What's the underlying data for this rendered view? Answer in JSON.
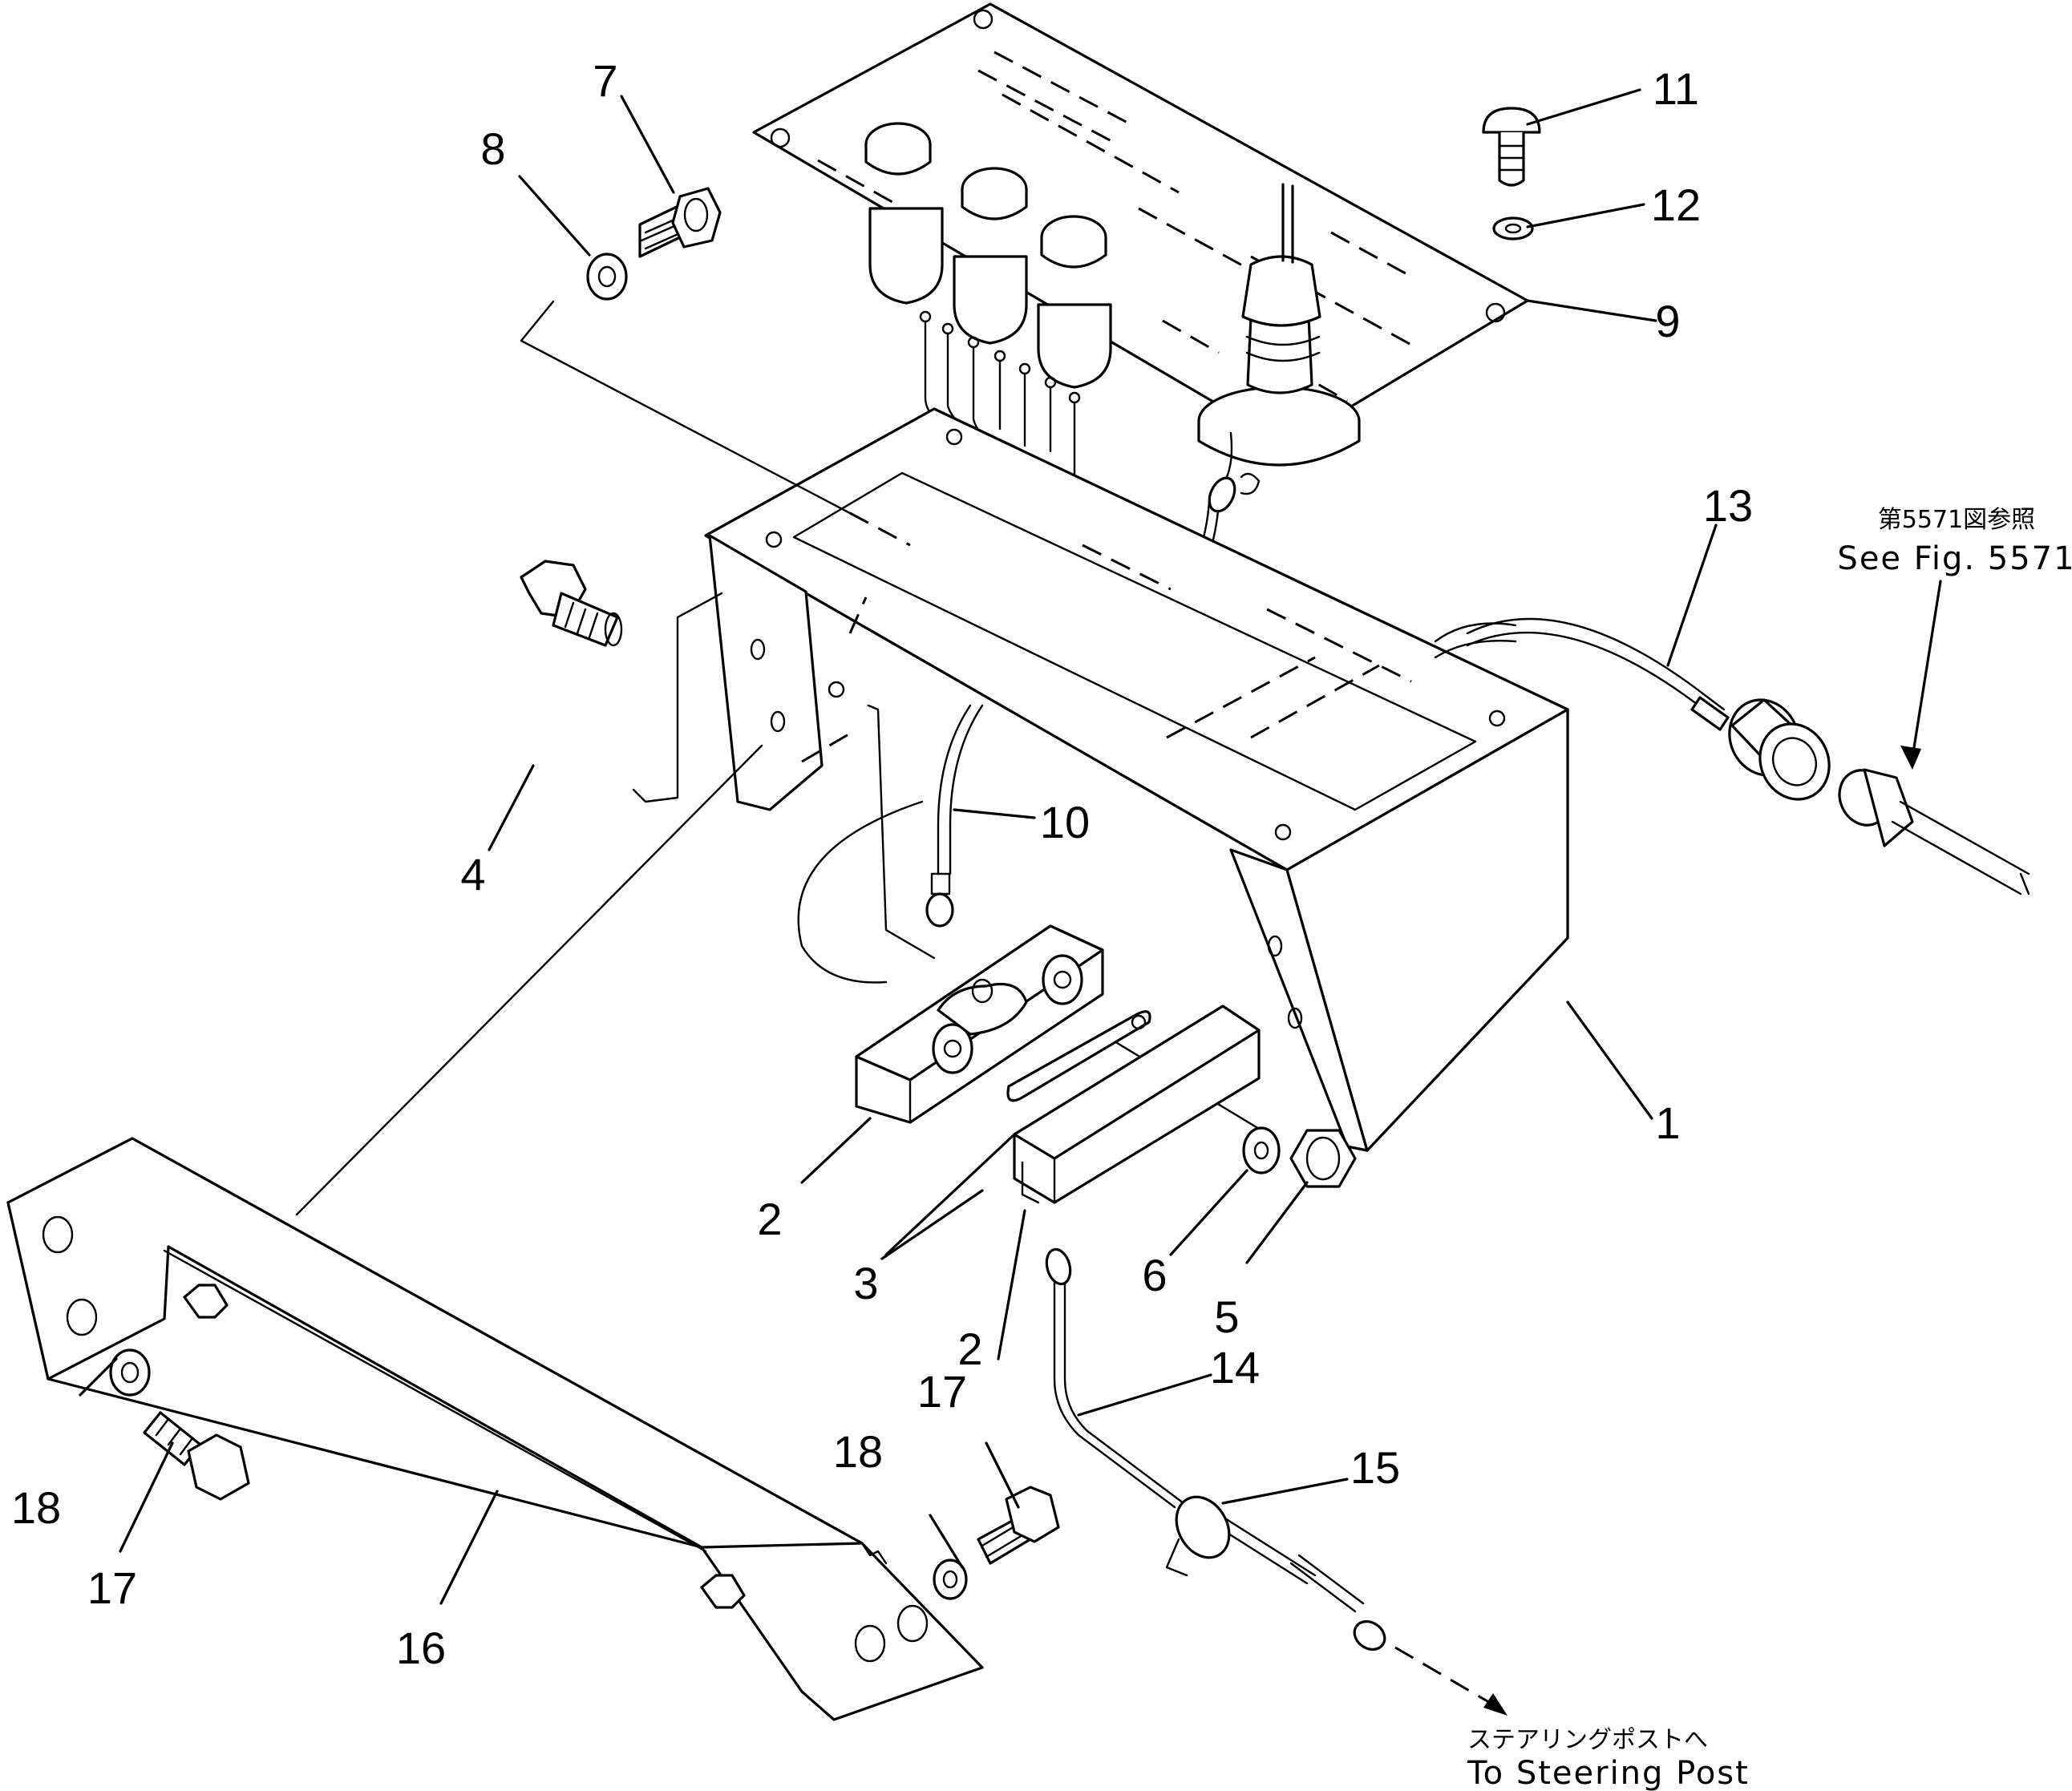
{
  "callouts": [
    {
      "id": "c1",
      "label": "1"
    },
    {
      "id": "c2a",
      "label": "2"
    },
    {
      "id": "c2b",
      "label": "2"
    },
    {
      "id": "c3",
      "label": "3"
    },
    {
      "id": "c4",
      "label": "4"
    },
    {
      "id": "c5",
      "label": "5"
    },
    {
      "id": "c6",
      "label": "6"
    },
    {
      "id": "c7",
      "label": "7"
    },
    {
      "id": "c8",
      "label": "8"
    },
    {
      "id": "c9",
      "label": "9"
    },
    {
      "id": "c10",
      "label": "10"
    },
    {
      "id": "c11",
      "label": "11"
    },
    {
      "id": "c12",
      "label": "12"
    },
    {
      "id": "c13",
      "label": "13"
    },
    {
      "id": "c14",
      "label": "14"
    },
    {
      "id": "c15",
      "label": "15"
    },
    {
      "id": "c16",
      "label": "16"
    },
    {
      "id": "c17a",
      "label": "17"
    },
    {
      "id": "c17b",
      "label": "17"
    },
    {
      "id": "c18a",
      "label": "18"
    },
    {
      "id": "c18b",
      "label": "18"
    }
  ],
  "notes": {
    "see_fig_jp": "第5571図参照",
    "see_fig_en": "See Fig. 5571",
    "steering_jp": "ステアリングポストへ",
    "steering_en": "To Steering Post"
  }
}
